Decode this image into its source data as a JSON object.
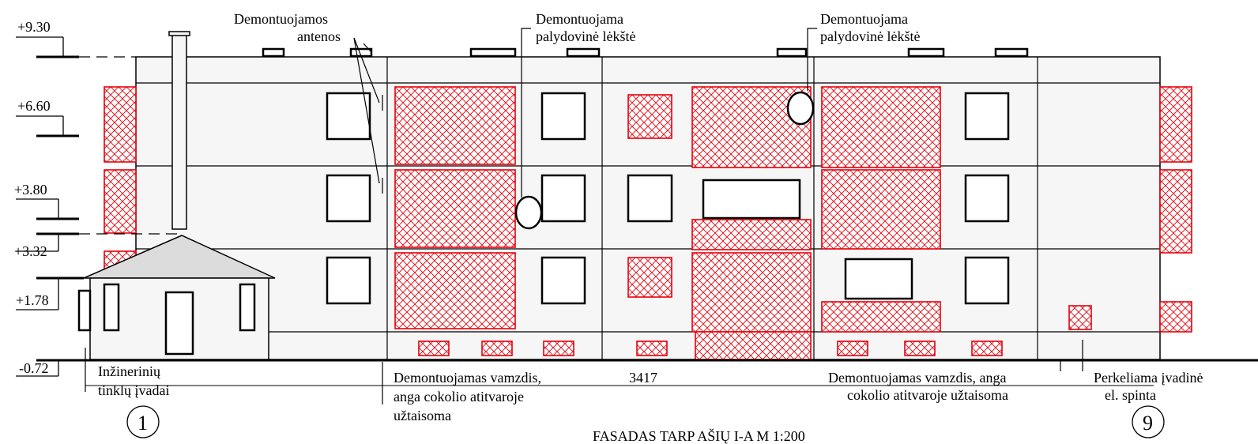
{
  "drawing": {
    "title": "FASADAS TARP AŠIŲ I-A M 1:200",
    "dimension": "3417",
    "levels": [
      "+9.30",
      "+6.60",
      "+3.80",
      "+3.32",
      "+1.78",
      "-0.72"
    ],
    "notes": {
      "antennas": [
        "Demontuojamos",
        "antenos"
      ],
      "dish_left": [
        "Demontuojama",
        "palydovinė lėkštė"
      ],
      "dish_right": [
        "Demontuojama",
        "palydovinė lėkštė"
      ],
      "utilities": [
        "Inžinerinių",
        "tinklų įvadai"
      ],
      "pipe_left": [
        "Demontuojamas vamzdis,",
        "anga cokolio atitvaroje",
        "užtaisoma"
      ],
      "pipe_right": [
        "Demontuojamas vamzdis, anga",
        "cokolio atitvaroje užtaisoma"
      ],
      "cabinet": [
        "Perkeliama įvadinė",
        "el. spinta"
      ]
    },
    "axes": [
      "1",
      "9"
    ],
    "colors": {
      "demolition": "#e8000b",
      "line": "#000000",
      "wall": "#f6f6f6"
    }
  }
}
